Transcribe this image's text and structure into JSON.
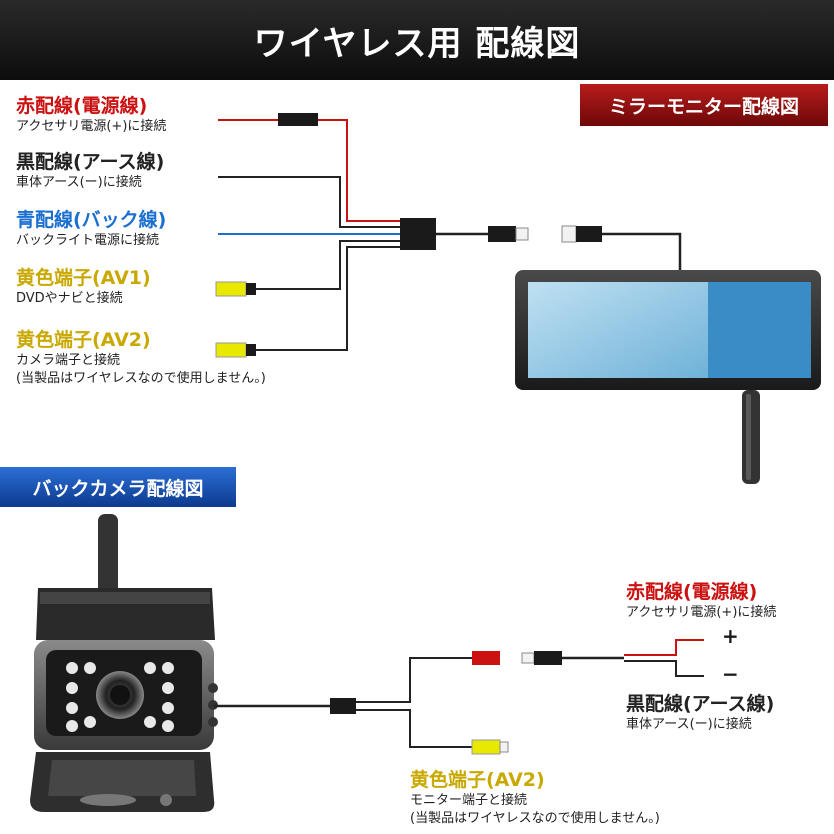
{
  "title": "ワイヤレス用 配線図",
  "sections": {
    "mirror": "ミラーモニター配線図",
    "camera": "バックカメラ配線図"
  },
  "mirror_wires": [
    {
      "heading": "赤配線(電源線)",
      "sub": "アクセサリ電源(+)に接続",
      "color": "#cc1111"
    },
    {
      "heading": "黒配線(アース線)",
      "sub": "車体アース(ー)に接続",
      "color": "#222222"
    },
    {
      "heading": "青配線(バック線)",
      "sub": "バックライト電源に接続",
      "color": "#1a6fd1"
    },
    {
      "heading": "黄色端子(AV1)",
      "sub": "DVDやナビと接続",
      "color": "#c9a800"
    },
    {
      "heading": "黄色端子(AV2)",
      "sub": "カメラ端子と接続",
      "note": "(当製品はワイヤレスなので使用しません。)",
      "color": "#c9a800"
    }
  ],
  "camera_wires": {
    "red": {
      "heading": "赤配線(電源線)",
      "sub": "アクセサリ電源(+)に接続",
      "color": "#cc1111"
    },
    "black": {
      "heading": "黒配線(アース線)",
      "sub": "車体アース(ー)に接続",
      "color": "#222222"
    },
    "yellow": {
      "heading": "黄色端子(AV2)",
      "sub": "モニター端子と接続",
      "note": "(当製品はワイヤレスなので使用しません。)",
      "color": "#c9a800"
    }
  },
  "polarity": {
    "plus": "+",
    "minus": "−"
  }
}
